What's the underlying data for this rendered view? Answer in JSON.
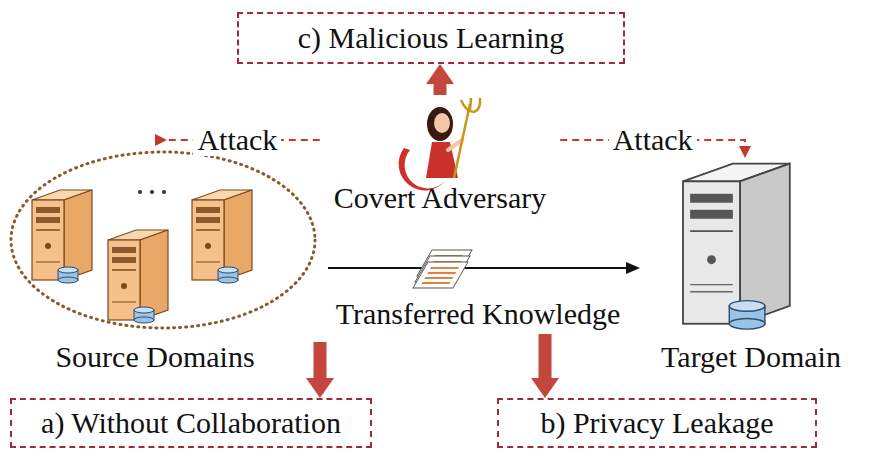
{
  "diagram": {
    "nodes": [
      {
        "text": [
          "c) Malicious Learning"
        ]
      },
      {
        "text": [
          "Covert Adversary"
        ]
      },
      {
        "text": [
          "Source Domains"
        ]
      },
      {
        "text": [
          "Transferred Knowledge"
        ]
      },
      {
        "text": [
          "Target Domain"
        ]
      },
      {
        "text": [
          "a) Without Collaboration"
        ]
      },
      {
        "text": [
          "b) Privacy Leakage"
        ]
      }
    ],
    "edges": [
      {
        "from": 1,
        "to": 0,
        "arrow": "to"
      },
      {
        "from": 1,
        "to": 2,
        "label": "Attack",
        "arrow": "to"
      },
      {
        "from": 1,
        "to": 4,
        "label": "Attack",
        "arrow": "to"
      },
      {
        "from": 2,
        "to": 4,
        "arrow": "to"
      },
      {
        "from": 2,
        "to": 5,
        "arrow": "to"
      },
      {
        "from": 3,
        "to": 6,
        "arrow": "to"
      }
    ]
  }
}
